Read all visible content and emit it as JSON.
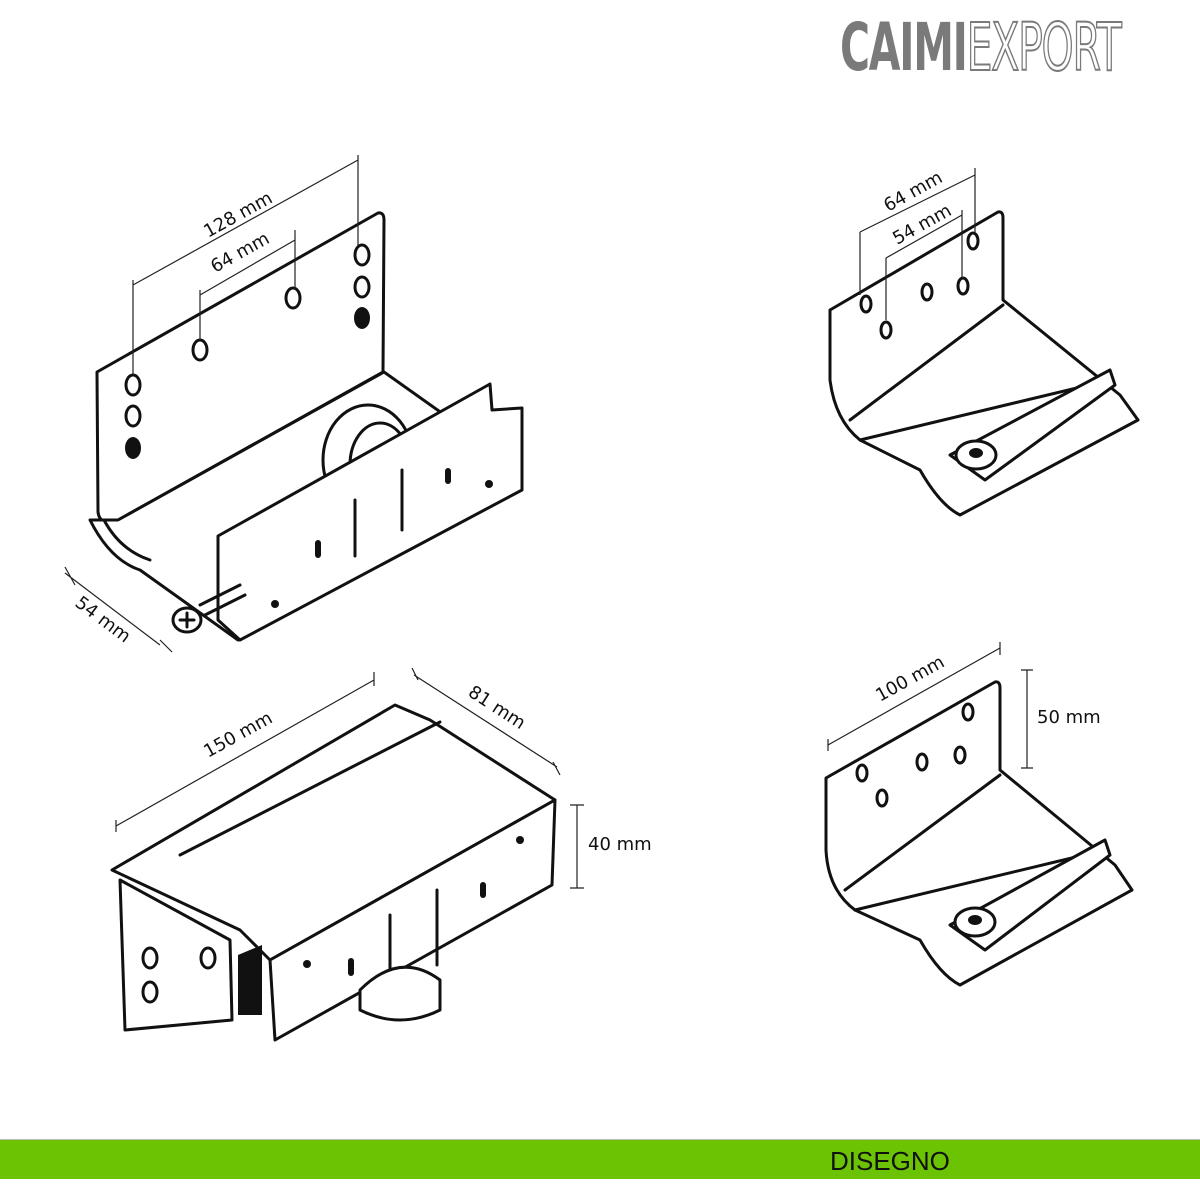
{
  "logo": {
    "part1": "CAIMI",
    "part2": "EXPORT",
    "color": "#7a7a7a"
  },
  "footer": {
    "label": "DISEGNO",
    "color": "#6cc304"
  },
  "drawing_1": {
    "dim_width_outer": "128 mm",
    "dim_width_inner": "64 mm",
    "dim_depth": "54 mm"
  },
  "drawing_2": {
    "dim_length": "150 mm",
    "dim_depth": "81 mm",
    "dim_height": "40 mm"
  },
  "drawing_3": {
    "dim_outer": "64 mm",
    "dim_inner": "54 mm"
  },
  "drawing_4": {
    "dim_width": "100 mm",
    "dim_height": "50 mm"
  }
}
